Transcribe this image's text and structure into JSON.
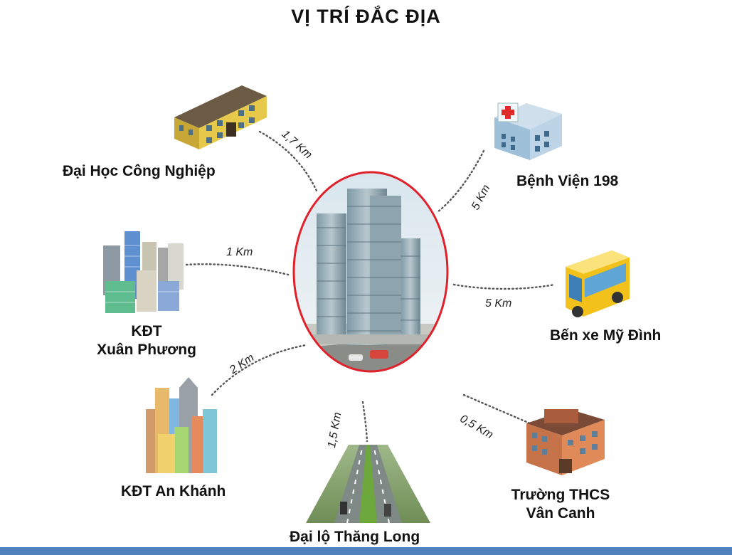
{
  "title": "VỊ TRÍ ĐẮC ĐỊA",
  "center": {
    "icon": "tower-building-icon",
    "border_color": "#e0202a"
  },
  "locations": [
    {
      "name": "Đại Học Công Nghiệp",
      "distance": "1,7 Km",
      "icon": "school-building-icon"
    },
    {
      "name": "Bệnh Viện 198",
      "distance": "5 Km",
      "icon": "hospital-icon"
    },
    {
      "name": "KĐT\nXuân Phương",
      "line1": "KĐT",
      "line2": "Xuân Phương",
      "distance": "1 Km",
      "icon": "city-towers-icon"
    },
    {
      "name": "Bến xe Mỹ Đình",
      "distance": "5 Km",
      "icon": "bus-icon"
    },
    {
      "name": "KĐT An Khánh",
      "distance": "2 Km",
      "icon": "city-skyline-icon"
    },
    {
      "name": "Đại lộ Thăng Long",
      "distance": "1,5 Km",
      "icon": "highway-icon"
    },
    {
      "name": "Trường THCS\nVân Canh",
      "line1": "Trường THCS",
      "line2": "Vân Canh",
      "distance": "0,5 Km",
      "icon": "school-icon"
    }
  ],
  "colors": {
    "dots": "#555555",
    "bottom_bar": "#4f81bd"
  }
}
